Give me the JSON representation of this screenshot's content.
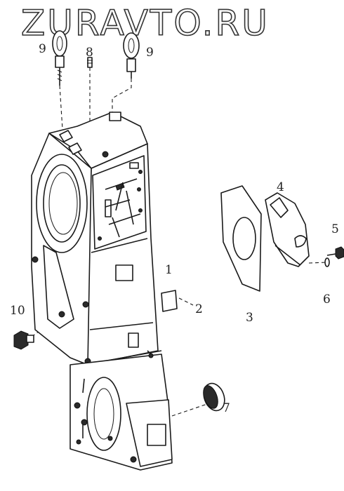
{
  "watermark": "ZURAVTO.RU",
  "callouts": {
    "c1": "1",
    "c2": "2",
    "c3": "3",
    "c4": "4",
    "c5": "5",
    "c6": "6",
    "c7": "7",
    "c8": "8",
    "c9a": "9",
    "c9b": "9",
    "c10": "10"
  },
  "colors": {
    "ink": "#1a1a1a",
    "background": "#ffffff"
  }
}
